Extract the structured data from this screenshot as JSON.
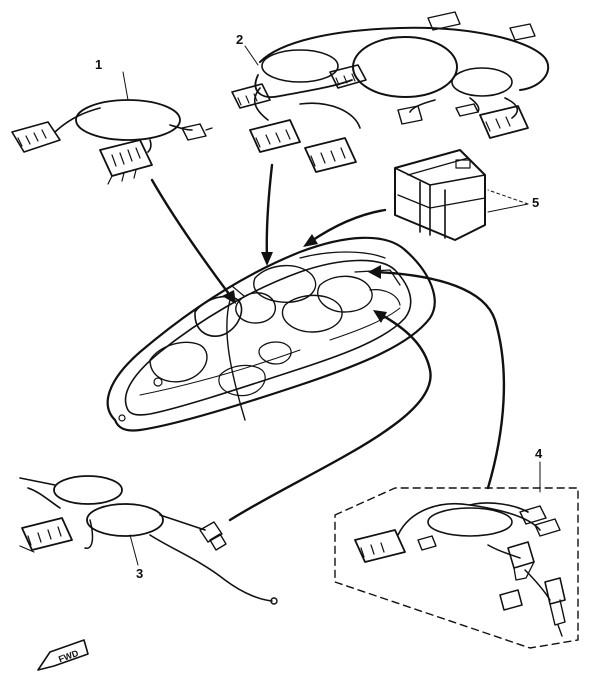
{
  "callouts": {
    "part_1": "1",
    "part_2": "2",
    "part_3": "3",
    "part_4": "4",
    "part_5": "5"
  },
  "fwd_label": "FWD",
  "colors": {
    "ink": "#111111",
    "paper": "#ffffff"
  }
}
